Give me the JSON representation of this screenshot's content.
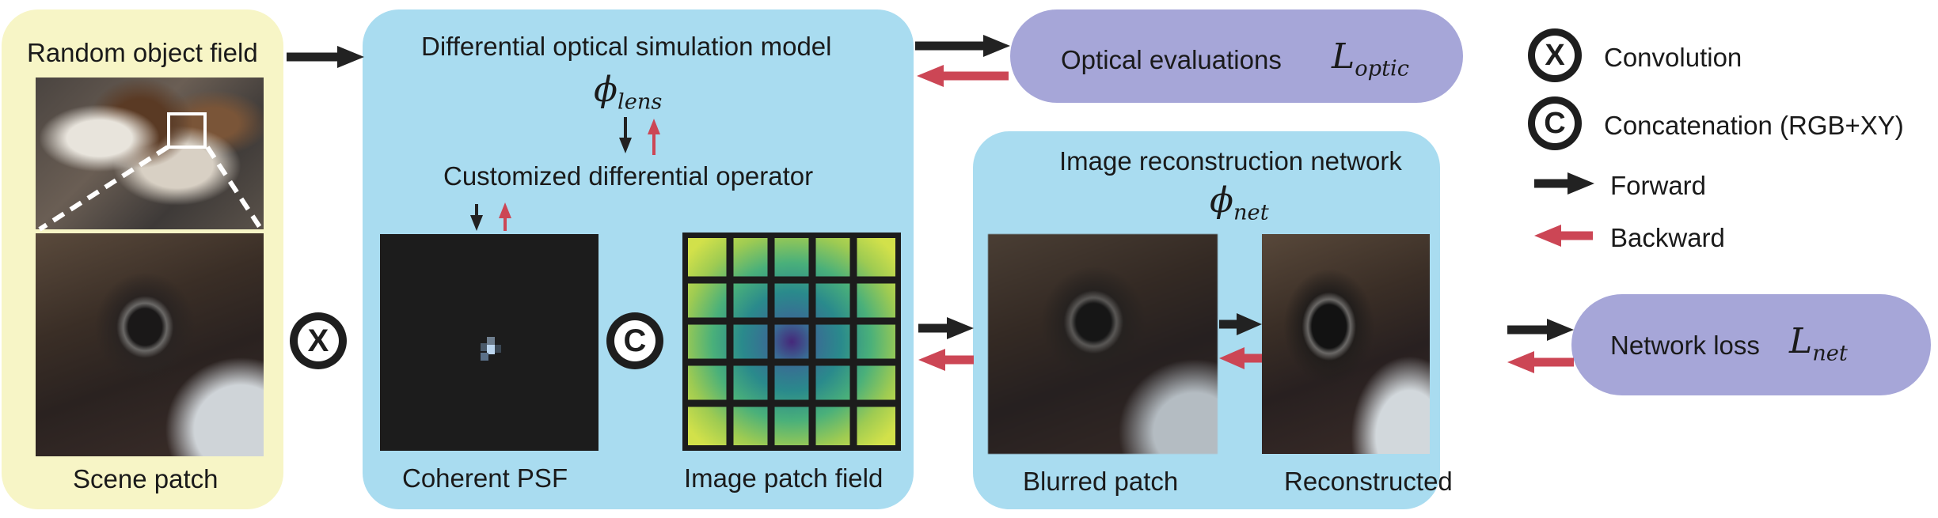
{
  "colors": {
    "yellow_panel": "#f7f5c6",
    "blue_panel": "#a9dcf0",
    "purple_panel": "#a6a6d8",
    "forward": "#222222",
    "backward": "#cc4655"
  },
  "scene": {
    "title": "Random object field",
    "patch_label": "Scene patch"
  },
  "optical_model": {
    "title": "Differential optical simulation model",
    "param": "ϕ",
    "param_sub": "lens",
    "operator": "Customized differential operator",
    "psf_label": "Coherent PSF",
    "field_label": "Image patch field"
  },
  "optical_eval": {
    "label": "Optical evaluations",
    "loss": "L",
    "loss_sub": "optic"
  },
  "recon": {
    "title": "Image reconstruction network",
    "param": "ϕ",
    "param_sub": "net",
    "blurred_label": "Blurred patch",
    "reconstructed_label": "Reconstructed"
  },
  "network_loss": {
    "label": "Network loss",
    "loss": "L",
    "loss_sub": "net"
  },
  "symbols": {
    "convolution_glyph": "X",
    "concatenation_glyph": "C"
  },
  "legend": {
    "convolution": "Convolution",
    "concatenation": "Concatenation (RGB+XY)",
    "forward": "Forward",
    "backward": "Backward"
  }
}
